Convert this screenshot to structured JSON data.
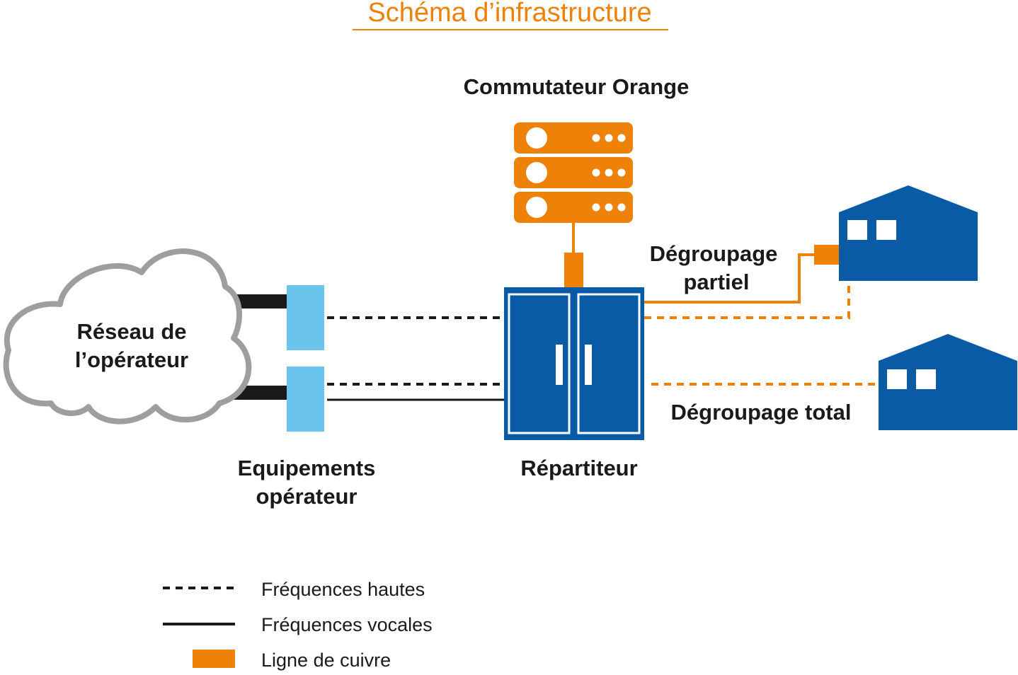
{
  "title": "Schéma d’infrastructure",
  "colors": {
    "orange": "#EE8208",
    "blue": "#0A5BA5",
    "light_blue": "#6BC4EC",
    "dark": "#1a1a1a",
    "cloud_outline": "#9E9E9E"
  },
  "nodes": {
    "cloud": {
      "line1": "Réseau de",
      "line2": "l’opérateur"
    },
    "equipment": {
      "line1": "Equipements",
      "line2": "opérateur"
    },
    "switch": {
      "label": "Commutateur Orange",
      "icon": "server-stack-icon"
    },
    "distributor": {
      "label": "Répartiteur",
      "icon": "cabinet-icon"
    },
    "building_partial": {
      "icon": "building-icon"
    },
    "building_total": {
      "icon": "building-icon"
    }
  },
  "edge_labels": {
    "partial": {
      "line1": "Dégroupage",
      "line2": "partiel"
    },
    "total": "Dégroupage total"
  },
  "legend": {
    "high": "Fréquences hautes",
    "voice": "Fréquences vocales",
    "copper": "Ligne de cuivre"
  }
}
